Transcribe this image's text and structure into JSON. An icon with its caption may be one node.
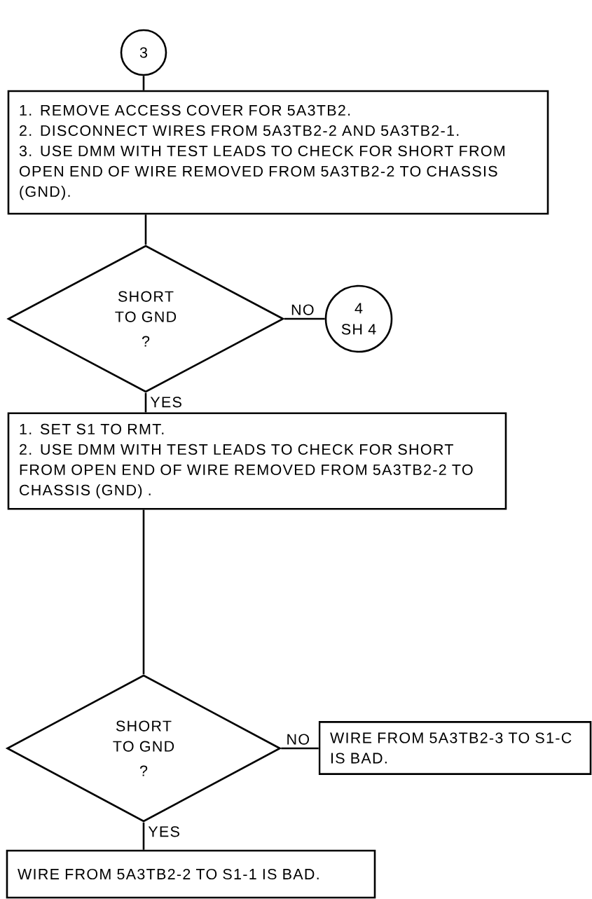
{
  "diagram": {
    "nodes": [
      {
        "text": [
          "3"
        ]
      },
      {
        "text": [
          "1. REMOVE ACCESS COVER FOR 5A3TB2.",
          "2. DISCONNECT WIRES FROM 5A3TB2-2 AND 5A3TB2-1.",
          "3. USE DMM WITH TEST LEADS TO CHECK FOR SHORT FROM OPEN END OF WIRE REMOVED FROM 5A3TB2-2 TO CHASSIS (GND)."
        ]
      },
      {
        "text": [
          "SHORT TO GND",
          "?"
        ]
      },
      {
        "text": [
          "4",
          "SH 4"
        ]
      },
      {
        "text": [
          "1. SET S1 TO RMT.",
          "2. USE DMM WITH TEST LEADS TO CHECK FOR SHORT FROM OPEN END OF WIRE REMOVED FROM 5A3TB2-2 TO CHASSIS (GND) ."
        ]
      },
      {
        "text": [
          "SHORT TO GND",
          "?"
        ]
      },
      {
        "text": [
          "WIRE FROM 5A3TB2-3 TO S1-C IS BAD."
        ]
      },
      {
        "text": [
          "WIRE FROM 5A3TB2-2 TO S1-1 IS BAD."
        ]
      }
    ],
    "edges": [
      {
        "from": 0,
        "to": 1,
        "arrow": "none"
      },
      {
        "from": 1,
        "to": 2,
        "arrow": "none"
      },
      {
        "from": 2,
        "to": 3,
        "arrow": "none",
        "label": "NO"
      },
      {
        "from": 2,
        "to": 4,
        "arrow": "none",
        "label": "YES"
      },
      {
        "from": 4,
        "to": 5,
        "arrow": "none"
      },
      {
        "from": 5,
        "to": 6,
        "arrow": "none",
        "label": "NO"
      },
      {
        "from": 5,
        "to": 7,
        "arrow": "none",
        "label": "YES"
      }
    ]
  }
}
